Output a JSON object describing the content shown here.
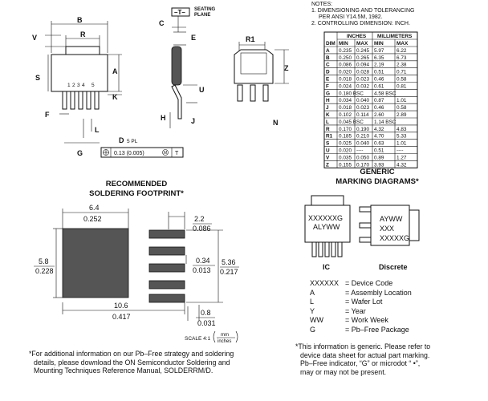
{
  "notes": {
    "heading": "NOTES:",
    "n1a": "1. DIMENSIONING AND TOLERANCING",
    "n1b": "PER ANSI Y14.5M, 1982.",
    "n2": "2. CONTROLLING DIMENSION: INCH."
  },
  "mech": {
    "seating_t": "–T–",
    "seating_label_1": "SEATING",
    "seating_label_2": "PLANE",
    "dims": {
      "B": "B",
      "R": "R",
      "C": "C",
      "E": "E",
      "V": "V",
      "R1": "R1",
      "S": "S",
      "A": "A",
      "Z": "Z",
      "U": "U",
      "K": "K",
      "F": "F",
      "L": "L",
      "H": "H",
      "J": "J",
      "G": "G",
      "N": "N",
      "D": "D",
      "D_pl": "5 PL"
    },
    "pins": [
      "1",
      "2",
      "3",
      "4",
      "5"
    ],
    "fcf_value": "0.13 (0.005)",
    "fcf_mod": "M",
    "fcf_datum": "T"
  },
  "table": {
    "group_inches": "INCHES",
    "group_mm": "MILLIMETERS",
    "headers": [
      "DIM",
      "MIN",
      "MAX",
      "MIN",
      "MAX"
    ],
    "rows": [
      [
        "A",
        "0.235",
        "0.245",
        "5.97",
        "6.22"
      ],
      [
        "B",
        "0.250",
        "0.265",
        "6.35",
        "6.73"
      ],
      [
        "C",
        "0.086",
        "0.094",
        "2.19",
        "2.38"
      ],
      [
        "D",
        "0.020",
        "0.028",
        "0.51",
        "0.71"
      ],
      [
        "E",
        "0.018",
        "0.023",
        "0.46",
        "0.58"
      ],
      [
        "F",
        "0.024",
        "0.032",
        "0.61",
        "0.81"
      ],
      [
        "G",
        "0.180 BSC",
        "",
        "4.58 BSC",
        ""
      ],
      [
        "H",
        "0.034",
        "0.040",
        "0.87",
        "1.01"
      ],
      [
        "J",
        "0.018",
        "0.023",
        "0.46",
        "0.58"
      ],
      [
        "K",
        "0.102",
        "0.114",
        "2.60",
        "2.89"
      ],
      [
        "L",
        "0.045 BSC",
        "",
        "1.14 BSC",
        ""
      ],
      [
        "R",
        "0.170",
        "0.190",
        "4.32",
        "4.83"
      ],
      [
        "R1",
        "0.185",
        "0.210",
        "4.70",
        "5.33"
      ],
      [
        "S",
        "0.025",
        "0.040",
        "0.63",
        "1.01"
      ],
      [
        "U",
        "0.020",
        "----",
        "0.51",
        "----"
      ],
      [
        "V",
        "0.035",
        "0.050",
        "0.89",
        "1.27"
      ],
      [
        "Z",
        "0.155",
        "0.170",
        "3.93",
        "4.32"
      ]
    ]
  },
  "footprint": {
    "title_1": "RECOMMENDED",
    "title_2": "SOLDERING FOOTPRINT*",
    "d1_mm": "6.4",
    "d1_in": "0.252",
    "d2_mm": "2.2",
    "d2_in": "0.086",
    "d3_mm": "5.8",
    "d3_in": "0.228",
    "d4_mm": "0.34",
    "d4_in": "0.013",
    "d5_mm": "5.36",
    "d5_in": "0.217",
    "d6_mm": "10.6",
    "d6_in": "0.417",
    "d7_mm": "0.8",
    "d7_in": "0.031",
    "scale": "SCALE 4:1",
    "unit_top": "mm",
    "unit_bottom": "inches"
  },
  "marking": {
    "title_1": "GENERIC",
    "title_2": "MARKING DIAGRAMS*",
    "ic_line1": "XXXXXXG",
    "ic_line2": "ALYWW",
    "disc_line1": "AYWW",
    "disc_line2": "XXX",
    "disc_line3": "XXXXXG",
    "label_ic": "IC",
    "label_discrete": "Discrete"
  },
  "legend": [
    {
      "k": "XXXXXX",
      "v": "= Device Code"
    },
    {
      "k": "A",
      "v": "= Assembly Location"
    },
    {
      "k": "L",
      "v": "= Wafer Lot"
    },
    {
      "k": "Y",
      "v": "= Year"
    },
    {
      "k": "WW",
      "v": "= Work Week"
    },
    {
      "k": "G",
      "v": "= Pb–Free Package"
    }
  ],
  "footnote_left": [
    "*For additional information on our Pb–Free strategy and soldering",
    "details, please download the ON Semiconductor Soldering and",
    "Mounting Techniques Reference Manual, SOLDERRM/D."
  ],
  "footnote_right": [
    "*This information is generic. Please refer to",
    "device data sheet for actual part marking.",
    "Pb–Free indicator, “G” or microdot “ •”,",
    "may or may not be present."
  ]
}
